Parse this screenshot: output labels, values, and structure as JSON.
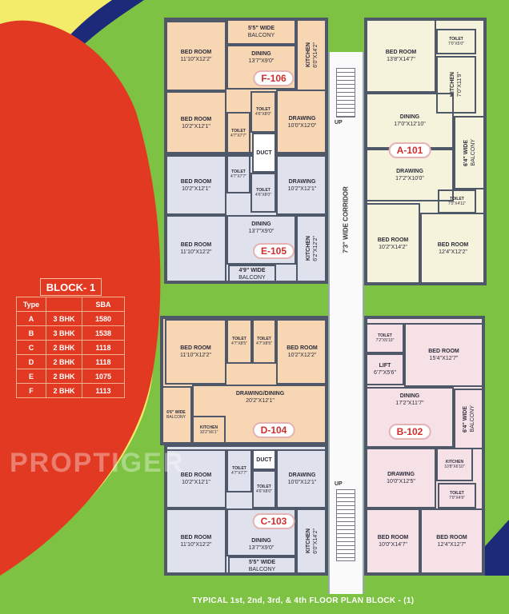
{
  "colors": {
    "background": "#7dc243",
    "swoosh_red": "#e23a22",
    "swoosh_yellow": "#f2ec6a",
    "swoosh_blue": "#1d2a7a",
    "unit_peach": "#f7d6b4",
    "unit_grey": "#dfe2ec",
    "unit_cream": "#f5f3dc",
    "unit_pink": "#f6e1e7",
    "badge_text": "#d22d2d"
  },
  "watermark": "PROPTIGER",
  "corridor": {
    "label": "7'3\" WIDE CORRIDOR",
    "up_label": "UP"
  },
  "units": [
    {
      "id": "F-106",
      "rooms": [
        {
          "name": "BED ROOM",
          "dim": "11'10\"X12'2\""
        },
        {
          "name": "5'5\" WIDE",
          "dim": "BALCONY"
        },
        {
          "name": "DINING",
          "dim": "13'7\"X9'0\""
        },
        {
          "name": "KITCHEN",
          "dim": "6'0\"X14'2\""
        },
        {
          "name": "BED ROOM",
          "dim": "10'2\"X12'1\""
        },
        {
          "name": "TOILET",
          "dim": "4'7\"X7'7\""
        },
        {
          "name": "TOILET",
          "dim": "4'6\"X8'0\""
        },
        {
          "name": "DRAWING",
          "dim": "10'0\"X12'0\""
        },
        {
          "name": "DUCT",
          "dim": ""
        }
      ]
    },
    {
      "id": "E-105",
      "rooms": [
        {
          "name": "BED ROOM",
          "dim": "10'2\"X12'1\""
        },
        {
          "name": "TOILET",
          "dim": "4'7\"X7'7\""
        },
        {
          "name": "TOILET",
          "dim": "4'6\"X8'0\""
        },
        {
          "name": "DRAWING",
          "dim": "10'2\"X12'1\""
        },
        {
          "name": "BED ROOM",
          "dim": "11'10\"X12'2\""
        },
        {
          "name": "DINING",
          "dim": "13'7\"X9'0\""
        },
        {
          "name": "KITCHEN",
          "dim": "6'2\"X12'2\""
        },
        {
          "name": "4'9\" WIDE",
          "dim": "BALCONY"
        }
      ]
    },
    {
      "id": "A-101",
      "rooms": [
        {
          "name": "BED ROOM",
          "dim": "13'8\"X14'7\""
        },
        {
          "name": "TOILET",
          "dim": "7'0\"X5'0\""
        },
        {
          "name": "KITCHEN",
          "dim": "7'0\"X11'9\""
        },
        {
          "name": "DINING",
          "dim": "17'0\"X12'10\""
        },
        {
          "name": "DRAWING",
          "dim": "17'2\"X10'0\""
        },
        {
          "name": "6'4\" WIDE",
          "dim": "BALCONY"
        },
        {
          "name": "TOILET",
          "dim": "7'0\"X4'11\""
        },
        {
          "name": "BED ROOM",
          "dim": "10'2\"X14'2\""
        },
        {
          "name": "BED ROOM",
          "dim": "12'4\"X12'2\""
        }
      ]
    },
    {
      "id": "D-104",
      "rooms": [
        {
          "name": "BED ROOM",
          "dim": "11'10\"X12'2\""
        },
        {
          "name": "TOILET",
          "dim": "4'7\"X8'5\""
        },
        {
          "name": "TOILET",
          "dim": "4'7\"X8'5\""
        },
        {
          "name": "BED ROOM",
          "dim": "10'2\"X12'2\""
        },
        {
          "name": "6'6\" WIDE",
          "dim": "BALCONY"
        },
        {
          "name": "DRAWING/DINING",
          "dim": "20'2\"X12'1\""
        },
        {
          "name": "KITCHEN",
          "dim": "10'2\"X6'1\""
        }
      ]
    },
    {
      "id": "C-103",
      "rooms": [
        {
          "name": "DUCT",
          "dim": ""
        },
        {
          "name": "TOILET",
          "dim": "4'7\"X7'7\""
        },
        {
          "name": "TOILET",
          "dim": "4'6\"X8'0\""
        },
        {
          "name": "BED ROOM",
          "dim": "10'2\"X12'1\""
        },
        {
          "name": "DRAWING",
          "dim": "10'0\"X12'1\""
        },
        {
          "name": "BED ROOM",
          "dim": "11'10\"X12'2\""
        },
        {
          "name": "DINING",
          "dim": "13'7\"X9'0\""
        },
        {
          "name": "KITCHEN",
          "dim": "6'0\"X14'2\""
        },
        {
          "name": "5'5\" WIDE",
          "dim": "BALCONY"
        }
      ]
    },
    {
      "id": "B-102",
      "rooms": [
        {
          "name": "TOILET",
          "dim": "7'2\"X5'10\""
        },
        {
          "name": "LIFT",
          "dim": "6'7\"X5'6\""
        },
        {
          "name": "BED ROOM",
          "dim": "15'4\"X12'7\""
        },
        {
          "name": "DINING",
          "dim": "17'2\"X11'7\""
        },
        {
          "name": "6'4\" WIDE",
          "dim": "BALCONY"
        },
        {
          "name": "KITCHEN",
          "dim": "10'8\"X6'10\""
        },
        {
          "name": "DRAWING",
          "dim": "10'0\"X12'5\""
        },
        {
          "name": "TOILET",
          "dim": "7'0\"X4'9\""
        },
        {
          "name": "BED ROOM",
          "dim": "10'0\"X14'7\""
        },
        {
          "name": "BED ROOM",
          "dim": "12'4\"X12'7\""
        }
      ]
    }
  ],
  "block_table": {
    "title": "BLOCK- 1",
    "headers": [
      "Type",
      "",
      "SBA"
    ],
    "rows": [
      [
        "A",
        "3 BHK",
        "1580"
      ],
      [
        "B",
        "3 BHK",
        "1538"
      ],
      [
        "C",
        "2 BHK",
        "1118"
      ],
      [
        "D",
        "2 BHK",
        "1118"
      ],
      [
        "E",
        "2 BHK",
        "1075"
      ],
      [
        "F",
        "2 BHK",
        "1113"
      ]
    ]
  },
  "footer": "TYPICAL 1st, 2nd, 3rd, & 4th FLOOR PLAN BLOCK - (1)"
}
